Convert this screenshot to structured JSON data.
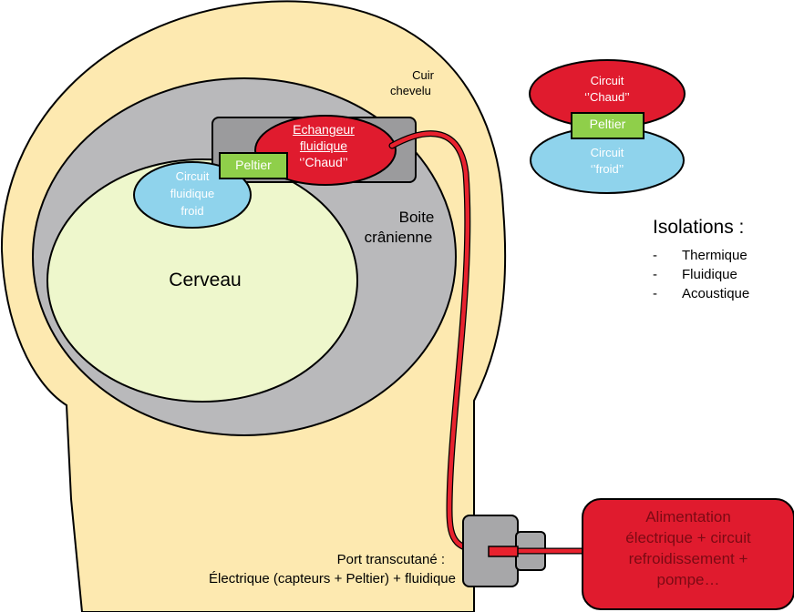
{
  "labels": {
    "cuir_chevelu": [
      "Cuir",
      "chevelu"
    ],
    "boite_cranienne": [
      "Boite",
      "crânienne"
    ],
    "cerveau": "Cerveau",
    "circuit_froid": [
      "Circuit",
      "fluidique",
      "froid"
    ],
    "peltier": "Peltier",
    "echangeur": [
      "Echangeur",
      "fluidique",
      "‘’Chaud’’"
    ],
    "port": [
      "Port transcutané :",
      "Électrique (capteurs + Peltier) + fluidique"
    ],
    "alimentation": [
      "Alimentation",
      "électrique + circuit",
      "refroidissement +",
      "pompe…"
    ]
  },
  "legend": {
    "hot": [
      "Circuit",
      "‘’Chaud’’"
    ],
    "peltier": "Peltier",
    "cold": [
      "Circuit",
      "‘’froid’’"
    ]
  },
  "isolations": {
    "title": "Isolations :",
    "items": [
      "Thermique",
      "Fluidique",
      "Acoustique"
    ]
  },
  "colors": {
    "skin": "#fde9b0",
    "skull": "#b9b9bb",
    "device_box": "#9b9b9d",
    "brain": "#eef7cc",
    "cold": "#8fd3ec",
    "hot": "#e01b2e",
    "peltier": "#8fcf4a",
    "cable": "#e8222e",
    "port": "#a7a7a9"
  }
}
